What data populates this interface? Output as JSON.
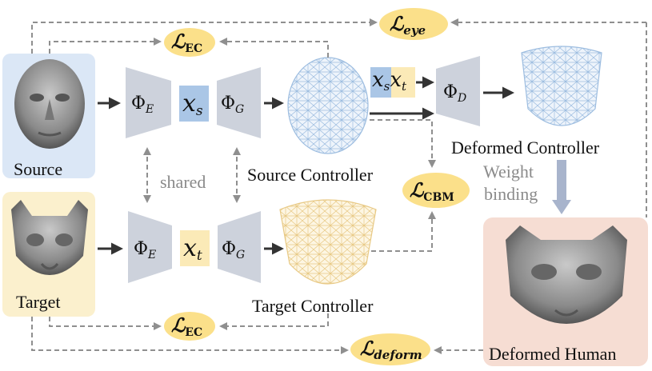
{
  "labels": {
    "source": "Source",
    "target": "Target",
    "shared": "shared",
    "source_controller": "Source Controller",
    "target_controller": "Target Controller",
    "deformed_controller": "Deformed Controller",
    "deformed_human": "Deformed Human",
    "weight": "Weight",
    "binding": "binding"
  },
  "symbols": {
    "phi": "Φ",
    "sub_e": "E",
    "sub_g": "G",
    "sub_d": "D",
    "x": "x",
    "sub_s": "s",
    "sub_t": "t"
  },
  "losses": {
    "script_l": "ℒ",
    "eye": "eye",
    "ec_top": "EC",
    "ec_bottom": "EC",
    "cbm": "CBM",
    "deform": "deform"
  },
  "colors": {
    "source_bg": "#dbe7f6",
    "target_bg": "#fbf0cd",
    "human_bg": "#f6ddd3",
    "loss_fill": "#fbe08a",
    "block": "#cdd2dc",
    "xs_fill": "#aac6e6",
    "xt_fill": "#fbeab7",
    "mesh_blue": "#9dbde0",
    "mesh_yellow": "#f0d79a",
    "arrow": "#333333",
    "dashed": "#8f8f8f"
  }
}
